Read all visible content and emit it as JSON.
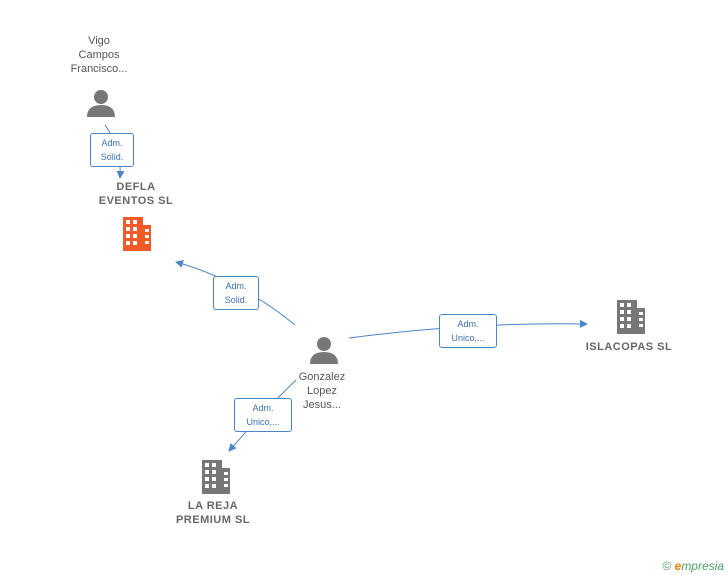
{
  "nodes": {
    "vigo": {
      "lines": [
        "Vigo",
        "Campos",
        "Francisco..."
      ]
    },
    "defla": {
      "lines": [
        "DEFLA",
        "EVENTOS  SL"
      ]
    },
    "gonzalez": {
      "lines": [
        "Gonzalez",
        "Lopez",
        "Jesus..."
      ]
    },
    "islacopas": {
      "lines": [
        "ISLACOPAS  SL"
      ]
    },
    "lareja": {
      "lines": [
        "LA REJA",
        "PREMIUM  SL"
      ]
    }
  },
  "edges": {
    "vigo_defla": {
      "lines": [
        "Adm.",
        "Solid."
      ]
    },
    "gonzalez_defla": {
      "lines": [
        "Adm.",
        "Solid."
      ]
    },
    "gonzalez_islacopas": {
      "lines": [
        "Adm.",
        "Unico,..."
      ]
    },
    "gonzalez_lareja": {
      "lines": [
        "Adm.",
        "Unico,..."
      ]
    }
  },
  "colors": {
    "highlight_company": "#f05a28",
    "company": "#777777",
    "person": "#777777",
    "edge": "#4a86c8"
  },
  "footer": {
    "copyright": "©",
    "brand_first": "e",
    "brand_rest": "mpresia"
  }
}
